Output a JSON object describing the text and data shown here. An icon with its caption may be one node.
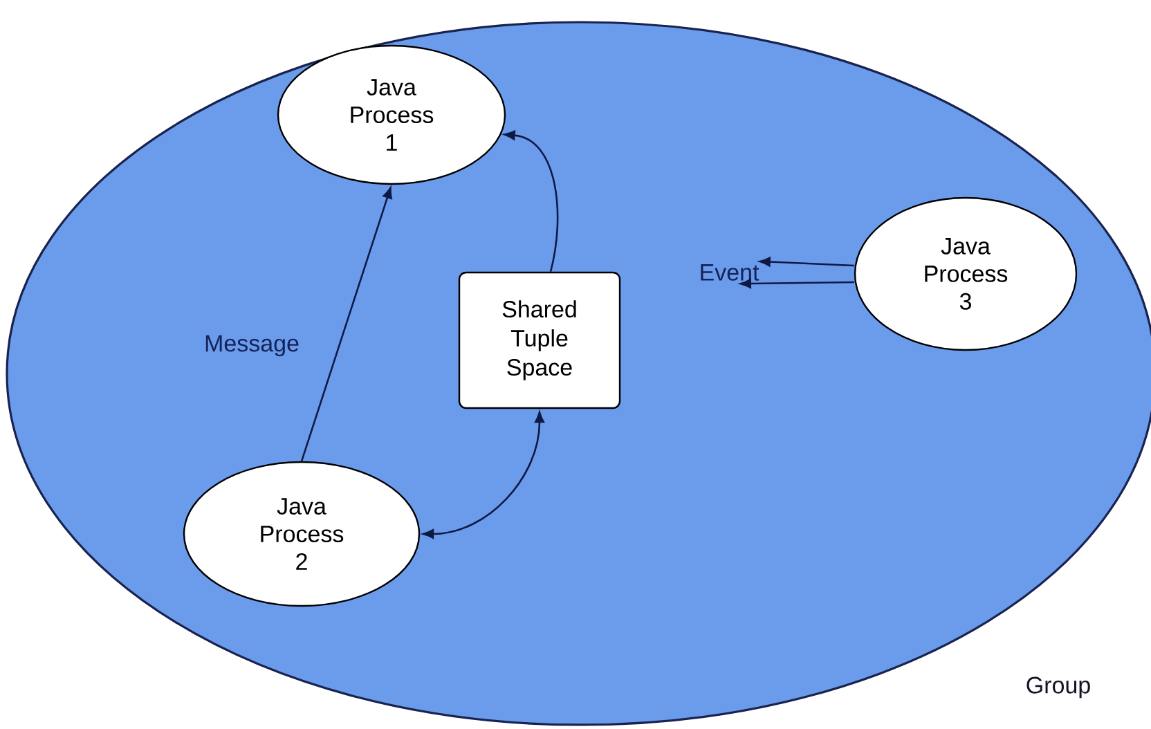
{
  "diagram": {
    "nodes": [
      {
        "text": [
          "Group"
        ]
      },
      {
        "text": [
          "Java Process 1"
        ],
        "in": 0
      },
      {
        "text": [
          "Java Process 2"
        ],
        "in": 0
      },
      {
        "text": [
          "Shared Tuple Space"
        ],
        "in": 0
      },
      {
        "text": [
          "Java Process 3"
        ],
        "in": 0
      },
      {
        "text": [
          "Event"
        ],
        "in": 0
      }
    ],
    "edges": [
      {
        "from": 2,
        "to": 1,
        "arrow": "to",
        "label": "Message"
      },
      {
        "from": 3,
        "to": 1,
        "arrow": "to"
      },
      {
        "from": 2,
        "to": 3,
        "arrow": "both"
      },
      {
        "from": 4,
        "to": 5,
        "arrow": "to"
      },
      {
        "from": 4,
        "to": 5,
        "arrow": "to"
      }
    ]
  }
}
